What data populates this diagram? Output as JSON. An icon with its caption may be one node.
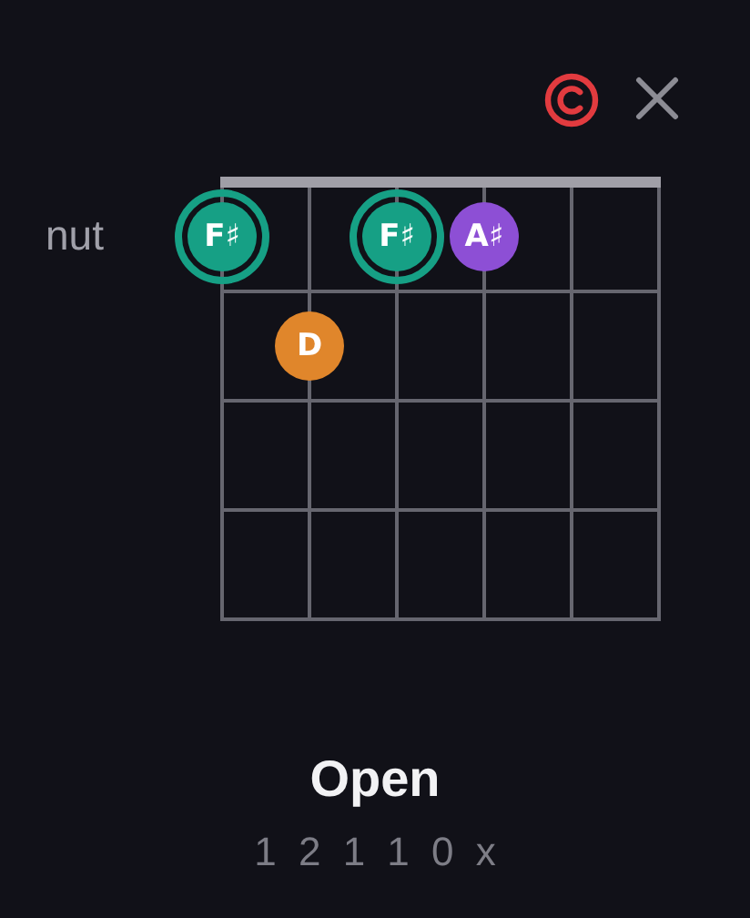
{
  "diagram": {
    "title": "Open",
    "nodes": [
      {
        "text": [
          "F♯"
        ]
      },
      {
        "text": [
          "F♯"
        ]
      },
      {
        "text": [
          "A♯"
        ]
      },
      {
        "text": [
          "D"
        ]
      }
    ],
    "labels": [
      "nut",
      "1 2 1 1 0 x"
    ]
  }
}
